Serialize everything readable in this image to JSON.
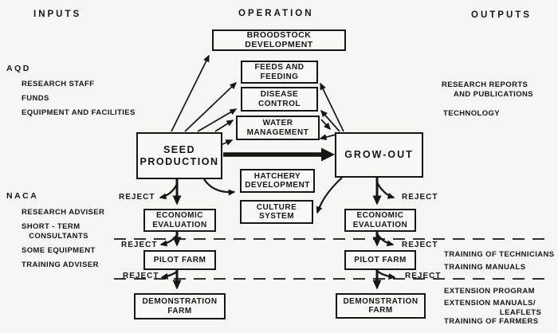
{
  "headers": {
    "inputs": "INPUTS",
    "operation": "OPERATION",
    "outputs": "OUTPUTS"
  },
  "inputs_column": {
    "aqd_label": "AQD",
    "aqd_items": [
      "RESEARCH STAFF",
      "FUNDS",
      "EQUIPMENT AND FACILITIES"
    ],
    "naca_label": "NACA",
    "naca_items": [
      "RESEARCH ADVISER",
      "SHORT - TERM\n   CONSULTANTS",
      "SOME EQUIPMENT",
      "TRAINING ADVISER"
    ]
  },
  "outputs_column": {
    "items": [
      "RESEARCH REPORTS\n     AND PUBLICATIONS",
      "TECHNOLOGY",
      "TRAINING OF TECHNICIANS",
      "TRAINING MANUALS",
      "EXTENSION PROGRAM",
      "EXTENSION MANUALS/\n                       LEAFLETS",
      "TRAINING OF FARMERS"
    ]
  },
  "boxes": {
    "broodstock": "BROODSTOCK DEVELOPMENT",
    "feeds": "FEEDS AND\nFEEDING",
    "disease": "DISEASE\nCONTROL",
    "water": "WATER\nMANAGEMENT",
    "seed": "SEED\nPRODUCTION",
    "growout": "GROW-OUT",
    "hatchery": "HATCHERY\nDEVELOPMENT",
    "culture": "CULTURE\nSYSTEM",
    "econ_left": "ECONOMIC\nEVALUATION",
    "econ_right": "ECONOMIC\nEVALUATION",
    "pilot_left": "PILOT FARM",
    "pilot_right": "PILOT FARM",
    "demo_left": "DEMONSTRATION\nFARM",
    "demo_right": "DEMONSTRATION\nFARM"
  },
  "reject_label": "REJECT",
  "colors": {
    "ink": "#161616",
    "paper": "#f7f6f2"
  }
}
